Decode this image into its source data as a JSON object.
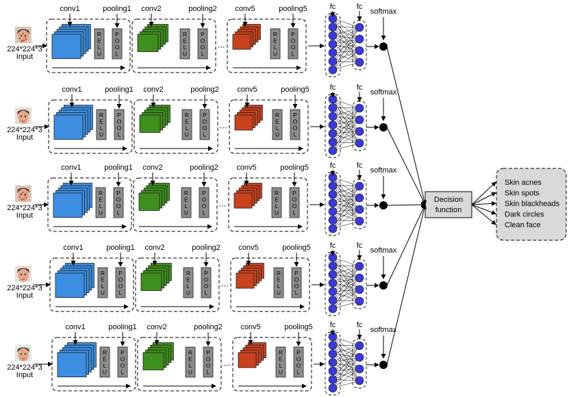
{
  "input_size_label": "224*224*3",
  "input_label": "Input",
  "conv_labels": [
    "conv1",
    "conv2",
    "conv5"
  ],
  "pool_labels": [
    "pooling1",
    "pooling2",
    "pooling5"
  ],
  "relu_letters": [
    "R",
    "E",
    "L",
    "U"
  ],
  "pool_letters": [
    "P",
    "O",
    "O",
    "L"
  ],
  "ellipsis": "⋯",
  "fc_label": "fc",
  "softmax_label": "softmax",
  "decision_label_line1": "Decision",
  "decision_label_line2": "function",
  "outputs": [
    "Skin acnes",
    "Skin spots",
    "Skin blackheads",
    "Dark circles",
    "Clean face"
  ],
  "colors": {
    "conv1": "#3d8ee0",
    "conv2": "#3f8f1f",
    "conv5": "#c8421e",
    "relu_pool": "#8c8c8c",
    "neuron": "#3a3ad8",
    "output_box": "#d9d9d9",
    "decision_box": "#d9d9d9"
  },
  "icons": [
    "face-photo-icon",
    "down-arrow-icon",
    "right-arrow-icon"
  ]
}
